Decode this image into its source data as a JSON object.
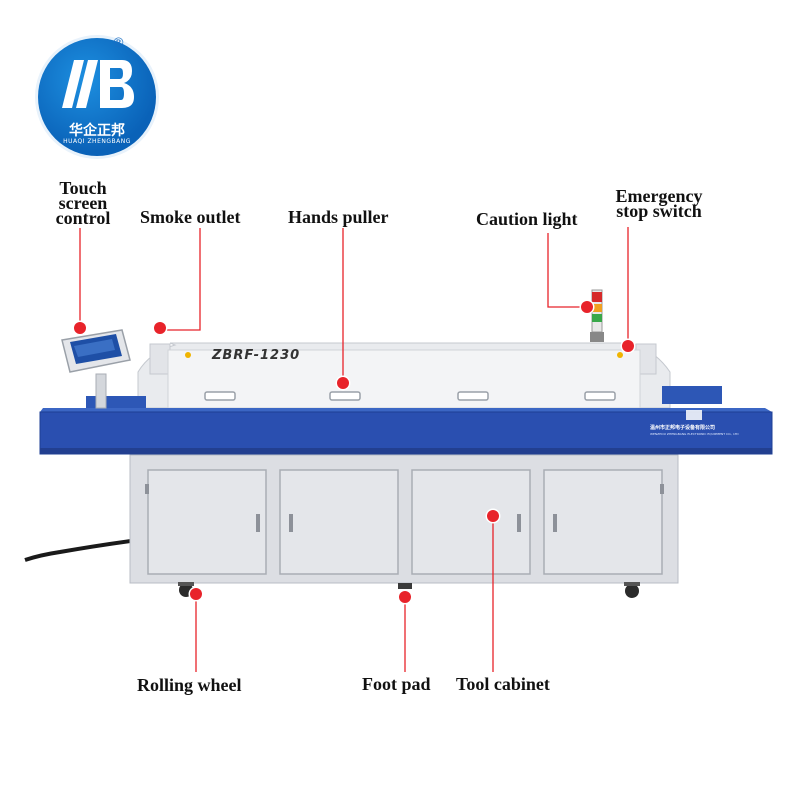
{
  "logo": {
    "reg_mark": "®",
    "name_cn": "华企正邦",
    "name_en": "HUAQI ZHENGBANG"
  },
  "machine": {
    "model": "ZBRF-1230",
    "company_cn": "温州市正邦电子设备有限公司",
    "company_en": "WENZHOU ZHENGBANG ELECTRONIC EQUIPMENT CO., LTD"
  },
  "labels": {
    "touch_screen": [
      "Touch",
      "screen",
      "control"
    ],
    "smoke_outlet": "Smoke outlet",
    "hands_puller": "Hands puller",
    "caution_light": "Caution light",
    "emergency_stop": [
      "Emergency",
      "stop switch"
    ],
    "rolling_wheel": "Rolling wheel",
    "foot_pad": "Foot pad",
    "tool_cabinet": "Tool cabinet"
  },
  "colors": {
    "accent_red": "#e8232a",
    "conveyor_blue": "#2a4fb0",
    "logo_blue": "#0a62b8"
  }
}
